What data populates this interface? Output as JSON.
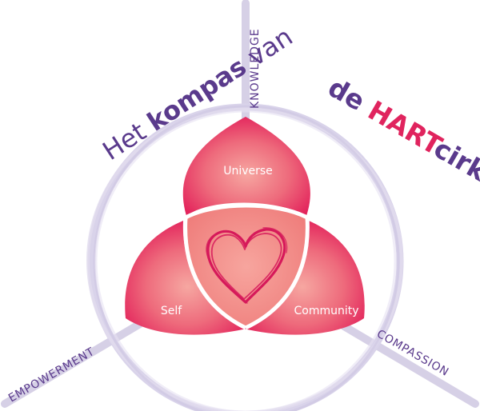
{
  "title": {
    "part1": "Het ",
    "part2": "kompas",
    "part3": " van",
    "part4": "de ",
    "part5": "HART",
    "part6": "cirkel"
  },
  "petals": {
    "top": "Universe",
    "left": "Self",
    "right": "Community"
  },
  "axes": {
    "top": "KNOWLEDGE",
    "left": "EMPOWERMENT",
    "right": "COMPASSION"
  },
  "colors": {
    "purple": "#5a3a8c",
    "magenta": "#e0245e",
    "ring": "#d9d3ea",
    "petal": "#e8456e",
    "petal_light": "#f39a97",
    "center": "#f0857f"
  },
  "icons": {
    "center": "heart-icon"
  }
}
